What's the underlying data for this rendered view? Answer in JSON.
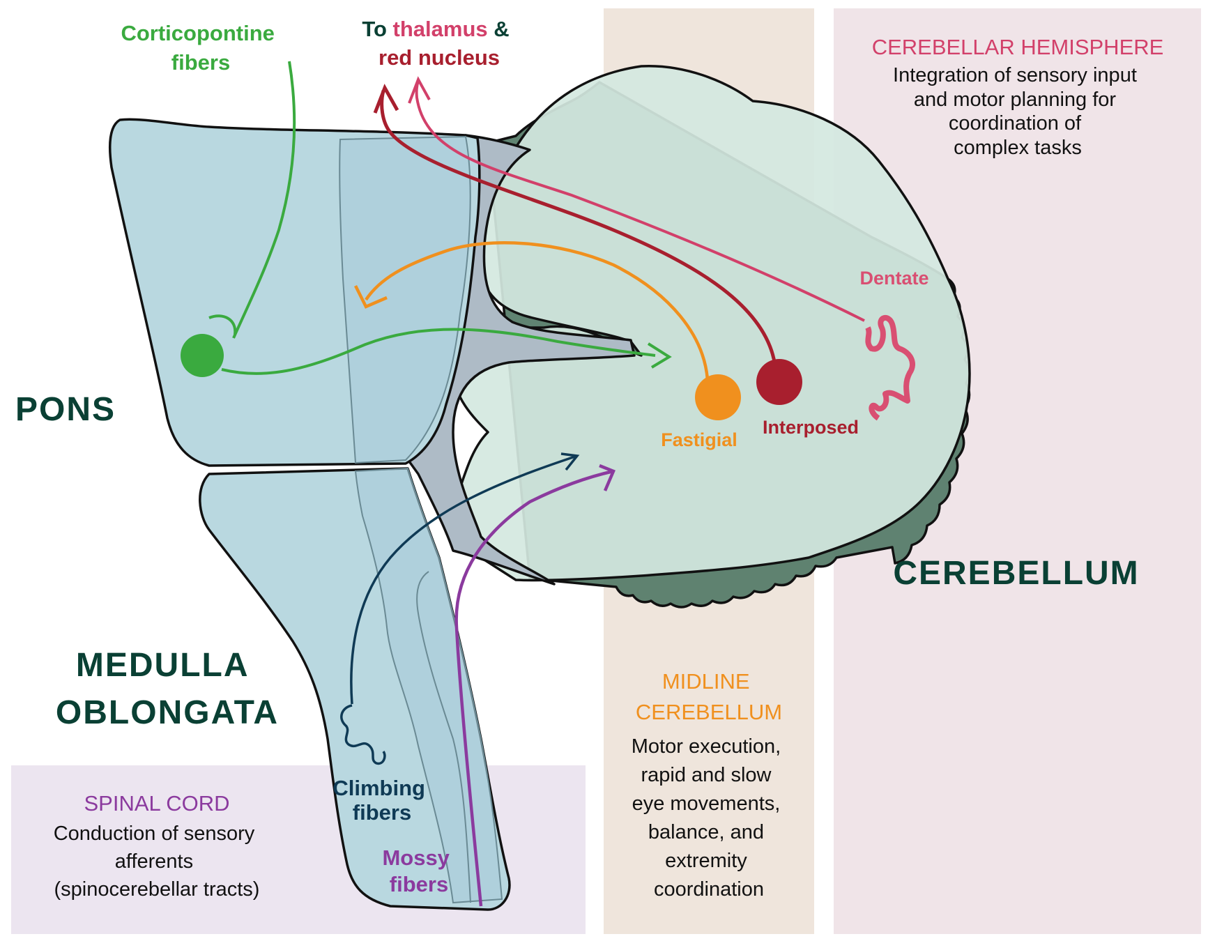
{
  "colors": {
    "background": "#ffffff",
    "spinal_panel": "#ece5f0",
    "midline_panel": "#efe5dc",
    "hemisphere_panel": "#f0e4e8",
    "brainstem": "#b9d8e0",
    "brainstem_dark": "#a9ccd8",
    "peduncle": "#aebbc6",
    "cerebellum_inner": "#d4e8df",
    "cerebellum_cortex": "#527a66",
    "region_label": "#0a4034",
    "corticopontine": "#3aaa3f",
    "fastigial": "#f0901e",
    "interposed": "#a81f2e",
    "dentate": "#d94f72",
    "thalamus_text": "#d2406a",
    "red_nucleus_text": "#a81f2e",
    "climbing": "#0f3a55",
    "mossy": "#8b3a9e",
    "spinal_title": "#8b3a9e",
    "midline_title": "#f0901e",
    "hemisphere_title": "#d2406a"
  },
  "labels": {
    "corticopontine": [
      "Corticopontine",
      "fibers"
    ],
    "to_thalamus": {
      "prefix": "To ",
      "thalamus": "thalamus",
      "amp": " &",
      "red_nucleus": "red nucleus"
    },
    "pons": "PONS",
    "medulla": [
      "MEDULLA",
      "OBLONGATA"
    ],
    "cerebellum": "CEREBELLUM",
    "climbing": [
      "Climbing",
      "fibers"
    ],
    "mossy": [
      "Mossy",
      "fibers"
    ],
    "nuclei": {
      "dentate": "Dentate",
      "fastigial": "Fastigial",
      "interposed": "Interposed"
    }
  },
  "panels": {
    "spinal_cord": {
      "title": "SPINAL CORD",
      "body": [
        "Conduction of sensory",
        "afferents",
        "(spinocerebellar tracts)"
      ]
    },
    "midline": {
      "title": [
        "MIDLINE",
        "CEREBELLUM"
      ],
      "body": [
        "Motor execution,",
        "rapid and slow",
        "eye movements,",
        "balance, and",
        "extremity",
        "coordination"
      ]
    },
    "hemisphere": {
      "title": "CEREBELLAR HEMISPHERE",
      "body": [
        "Integration of sensory input",
        "and motor planning for",
        "coordination of",
        "complex tasks"
      ]
    }
  }
}
